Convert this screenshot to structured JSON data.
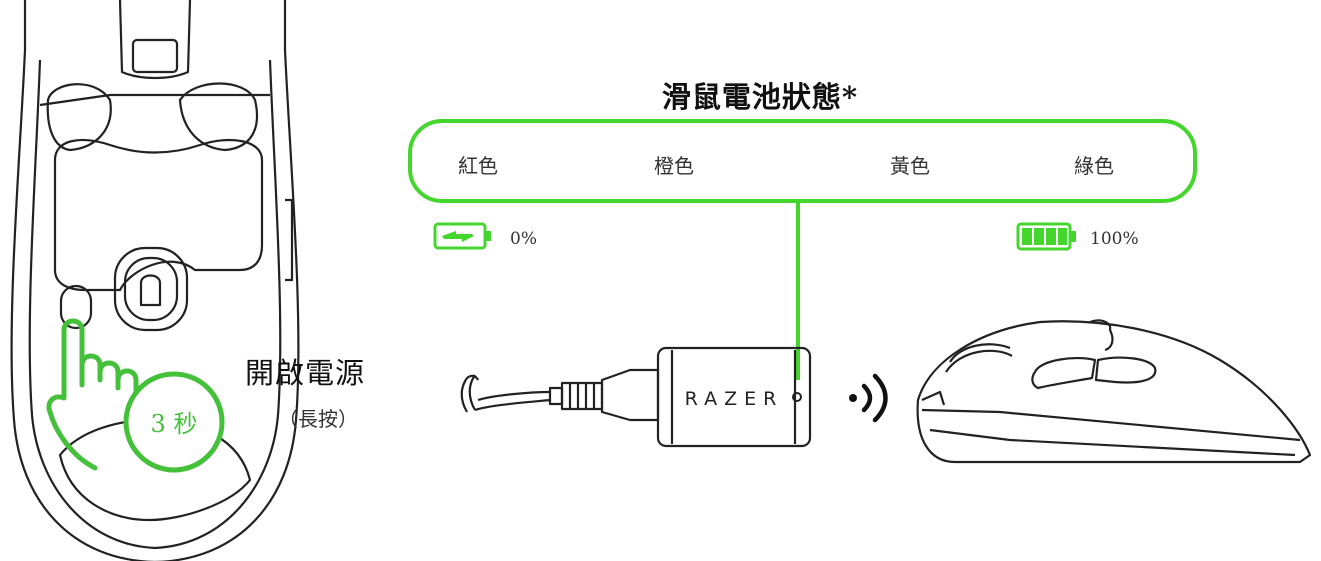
{
  "title": "滑鼠電池狀態*",
  "battery_colors": [
    "紅色",
    "橙色",
    "黃色",
    "綠色"
  ],
  "battery_levels": {
    "empty": "0%",
    "full": "100%"
  },
  "power_on": {
    "label": "開啟電源",
    "hint": "（長按）",
    "duration": "3 秒"
  },
  "dongle_brand": "RAZER",
  "accent_color": "#44d62c",
  "icons": [
    "mouse-bottom-outline",
    "finger-press-icon",
    "battery-empty-icon",
    "battery-full-icon",
    "usb-dongle",
    "wireless-signal-icon",
    "mouse-side-outline"
  ]
}
